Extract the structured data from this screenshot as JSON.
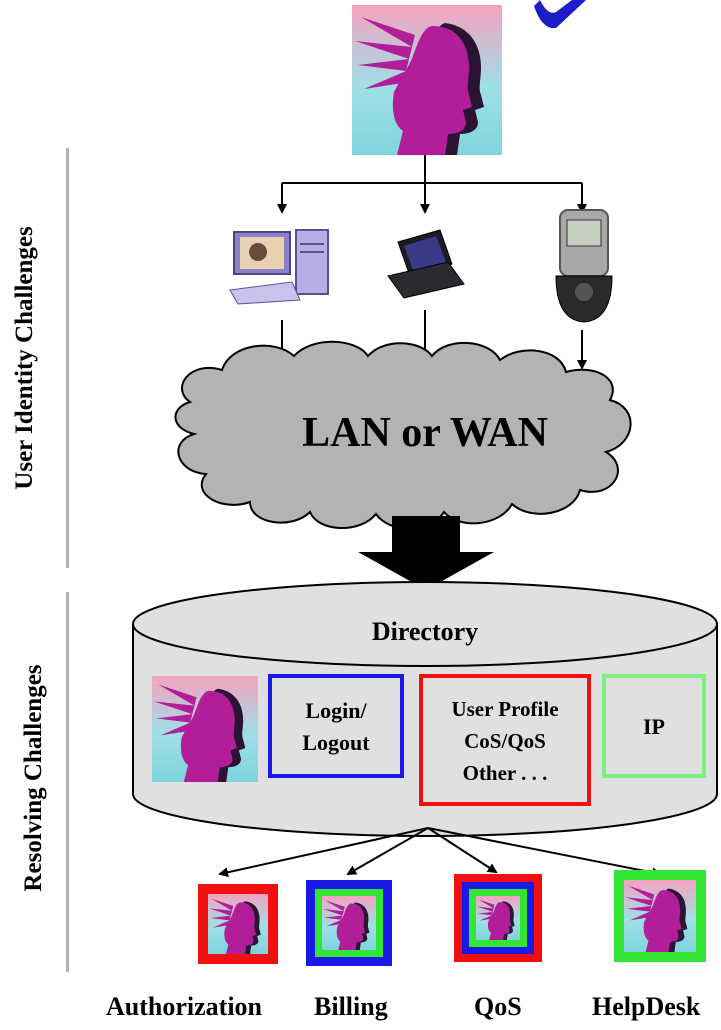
{
  "side_labels": {
    "top": "User Identity Challenges",
    "bottom": "Resolving Challenges"
  },
  "network": {
    "label": "LAN or WAN"
  },
  "directory": {
    "title": "Directory",
    "login_box": {
      "line1": "Login/",
      "line2": "Logout"
    },
    "profile_box": {
      "line1": "User Profile",
      "line2": "CoS/QoS",
      "line3": "Other . . ."
    },
    "ip_box": {
      "label": "IP"
    }
  },
  "services": [
    {
      "label": "Authorization"
    },
    {
      "label": "Billing"
    },
    {
      "label": "QoS"
    },
    {
      "label": "HelpDesk"
    }
  ],
  "colors": {
    "red": "#f20f0f",
    "blue": "#1a1ae6",
    "green": "#33e633",
    "light_green": "#7ff07f",
    "cloud_fill": "#b3b3b3",
    "cylinder_fill": "#e0e0e0",
    "divider": "#b0b0b0",
    "head_magenta": "#b21d9a",
    "head_bg": "#7ed4dd"
  }
}
